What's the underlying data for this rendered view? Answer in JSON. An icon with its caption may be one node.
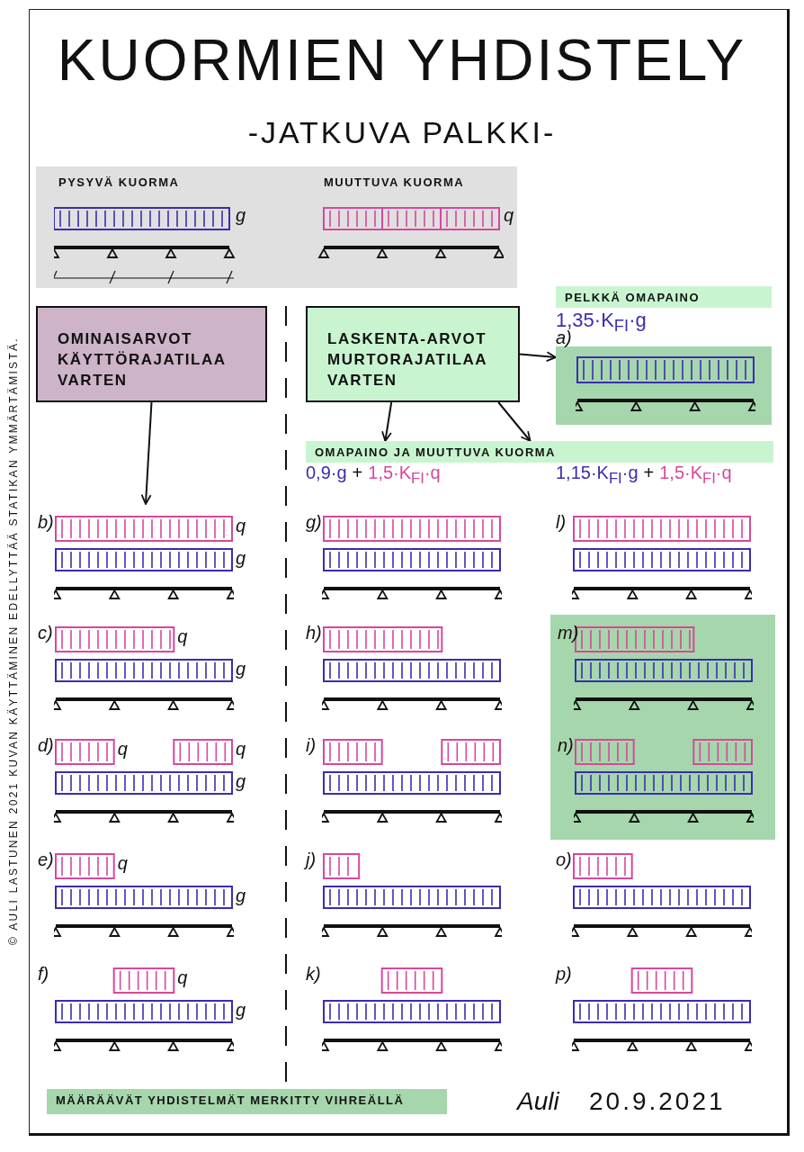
{
  "diagram": {
    "title": "KUORMIEN YHDISTELY",
    "nodes": [
      {
        "text": [
          "PYSYVÄ KUORMA",
          "MUUTTUVA KUORMA",
          "g",
          "q"
        ]
      },
      {
        "text": [
          "OMINAISARVOT KÄYTTÖRAJATILAA VARTEN"
        ]
      },
      {
        "text": [
          "LASKENTA-ARVOT MURTORAJATILAA VARTEN"
        ]
      },
      {
        "text": [
          "PELKKÄ OMAPAINO"
        ]
      },
      {
        "text": [
          "a)"
        ]
      },
      {
        "text": [
          "OMAPAINO JA MUUTTUVA KUORMA"
        ]
      },
      {
        "text": [
          "b)",
          "q",
          "g"
        ]
      },
      {
        "text": [
          "c)",
          "q",
          "g"
        ]
      },
      {
        "text": [
          "d)",
          "q",
          "q",
          "g"
        ]
      },
      {
        "text": [
          "e)",
          "q",
          "g"
        ]
      },
      {
        "text": [
          "f)",
          "q",
          "g"
        ]
      },
      {
        "text": [
          "g)"
        ]
      },
      {
        "text": [
          "h)"
        ]
      },
      {
        "text": [
          "i)"
        ]
      },
      {
        "text": [
          "j)"
        ]
      },
      {
        "text": [
          "k)"
        ]
      },
      {
        "text": [
          "l)"
        ]
      },
      {
        "text": [],
        "shape": "box"
      },
      {
        "text": [
          "m)"
        ],
        "in": 17
      },
      {
        "text": [
          "n)"
        ],
        "in": 17
      },
      {
        "text": [
          "o)"
        ]
      },
      {
        "text": [
          "p)"
        ]
      },
      {
        "text": [
          "MÄÄRÄÄVÄT YHDISTELMÄT MERKITTY VIHREÄLLÄ"
        ]
      }
    ],
    "edges": [
      {
        "from": 1,
        "to": 6,
        "arrow": "to"
      },
      {
        "from": 2,
        "to": 4,
        "arrow": "to"
      },
      {
        "from": 2,
        "to": 5,
        "arrow": "to"
      },
      {
        "from": 2,
        "to": 5,
        "arrow": "to"
      }
    ],
    "labels": [
      "-JATKUVA PALKKI-",
      "1,35·K$_{FI}$·g",
      "0,9·g",
      "+",
      "1,5·K$_{FI}$·q",
      "1,15·K$_{FI}$·g",
      "+",
      "1,5·K$_{FI}$·q",
      "© AULI LASTUNEN 2021 KUVAN KÄYTTÄMINEN EDELLYTTÄÄ STATIKAN YMMÄRTÄMISTÄ.",
      "Auli",
      "20.9.2021"
    ]
  }
}
